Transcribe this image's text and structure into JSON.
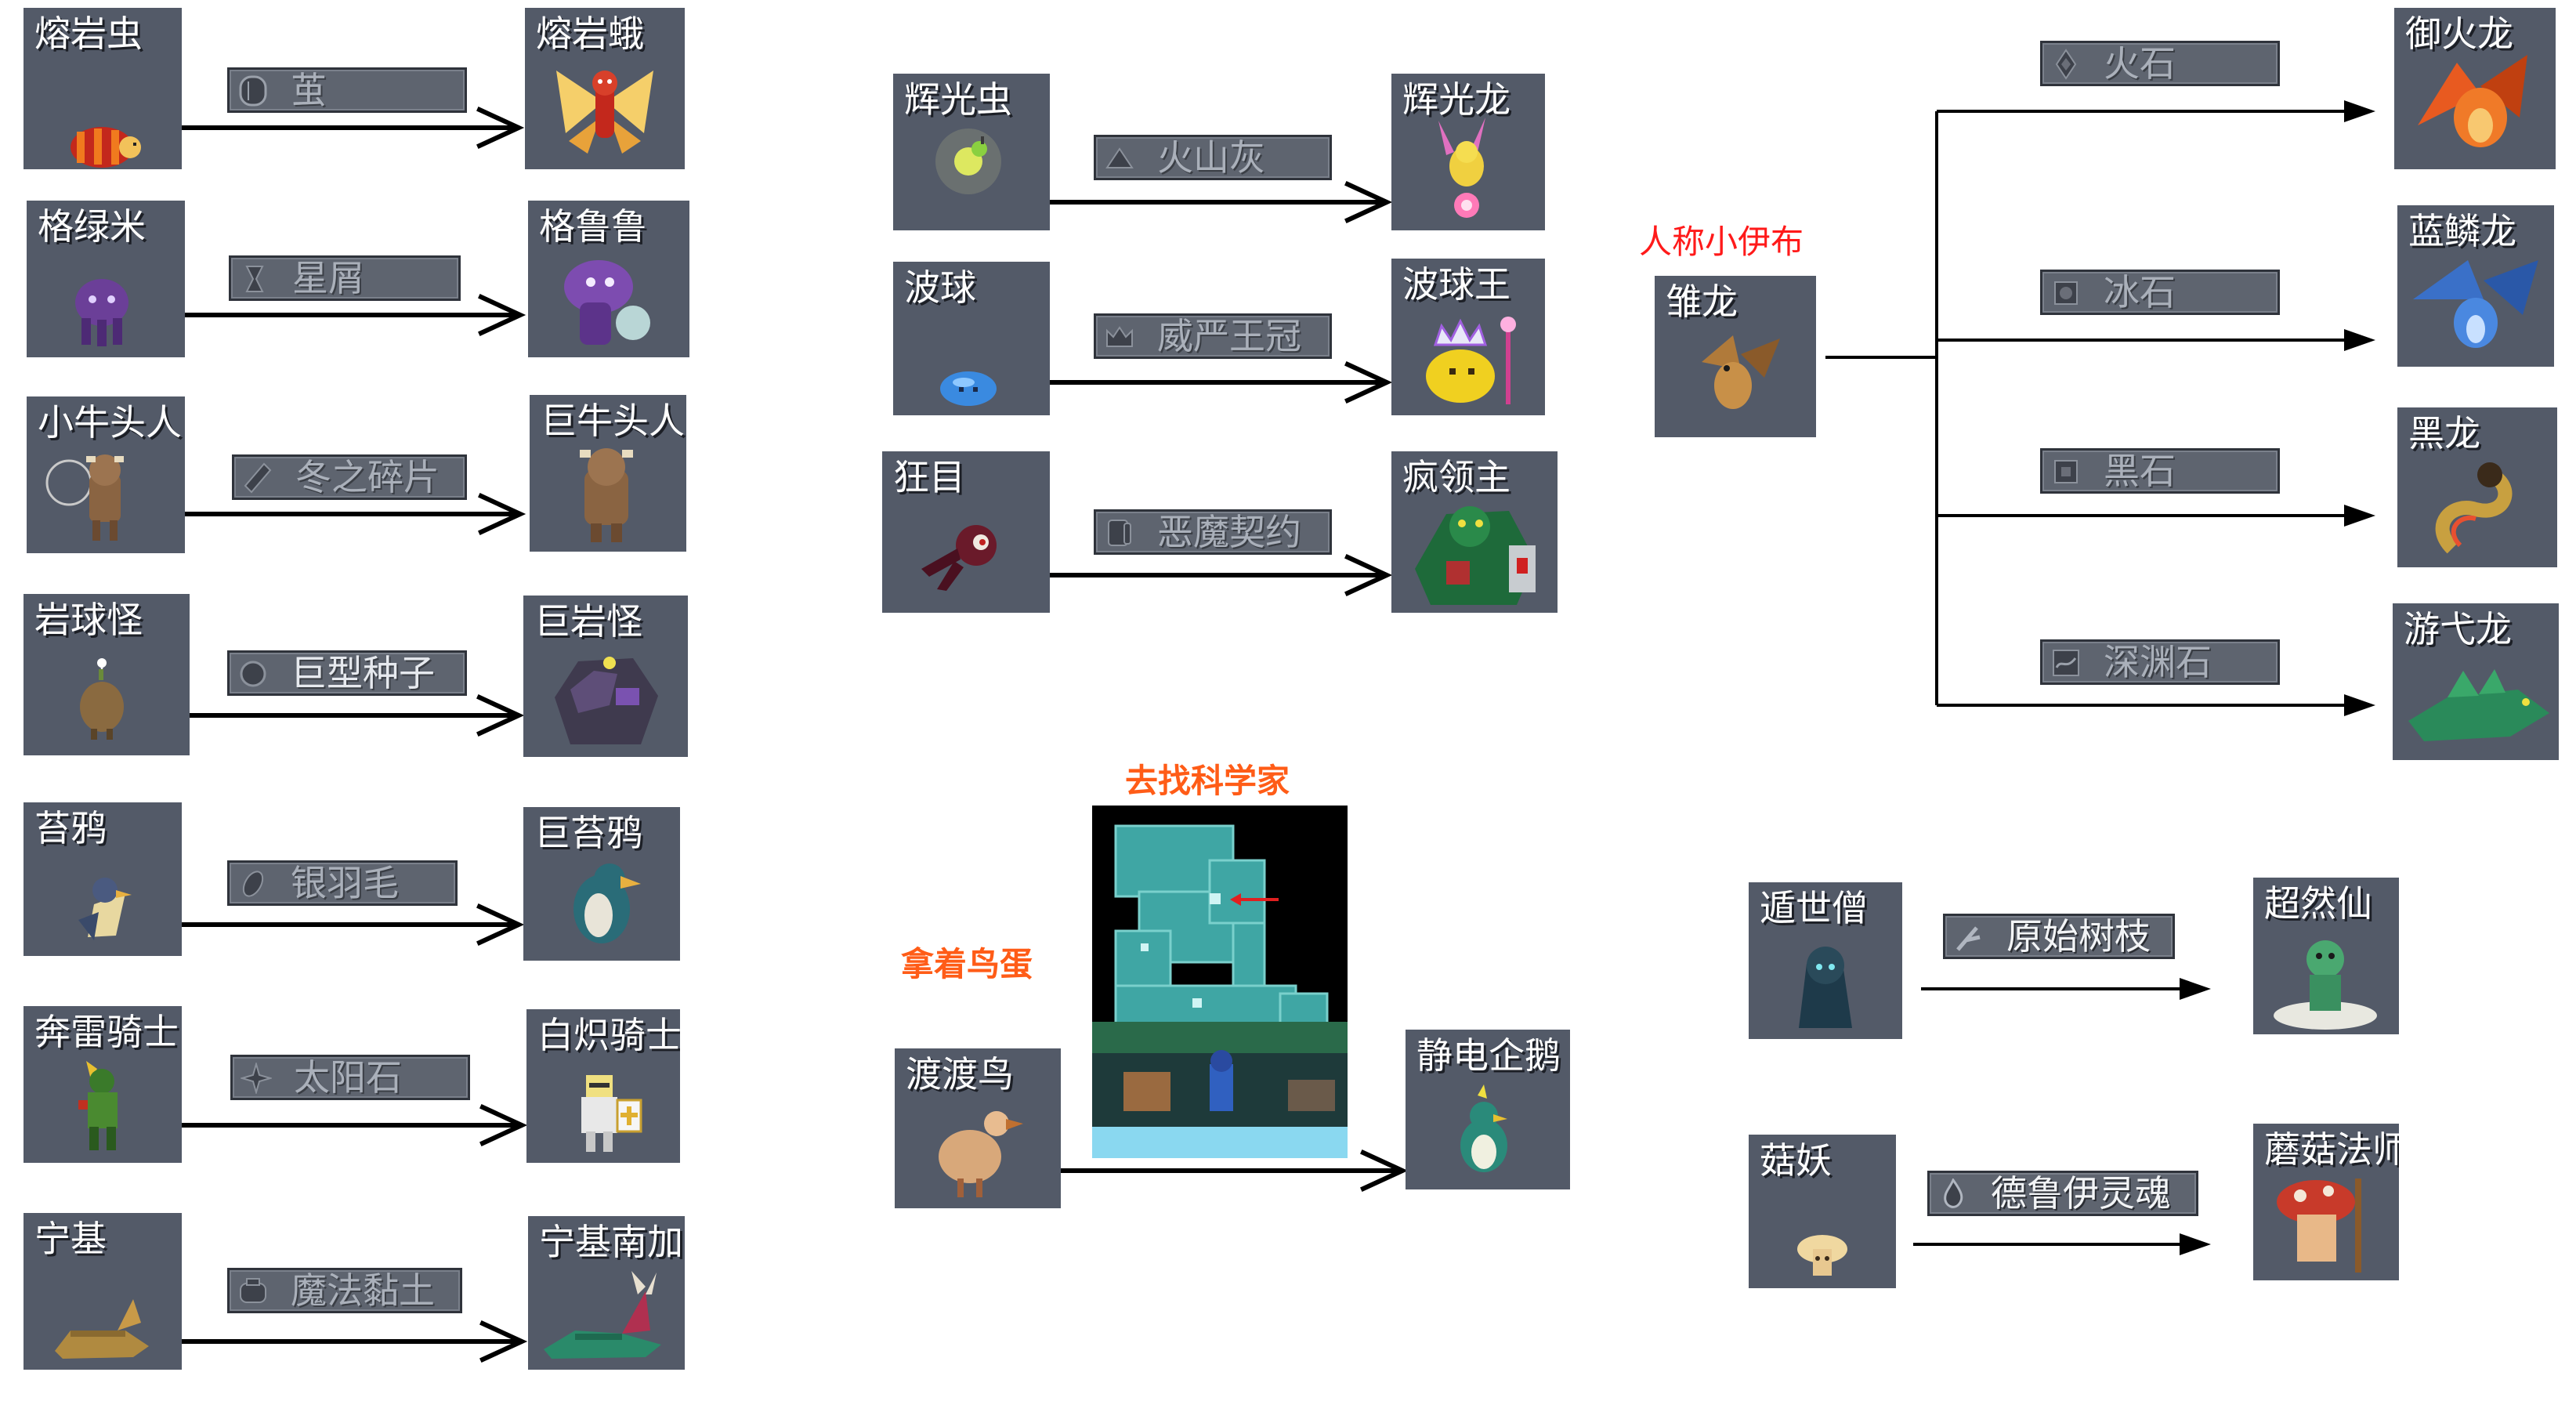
{
  "colors": {
    "card_bg": "#535a68",
    "item_bg": "#5e646f",
    "arrow": "#000000",
    "note_orange": "#ff5c17",
    "note_red": "#ff1a1a",
    "map_tile": "#3fa6a4"
  },
  "left_column": [
    {
      "from": "熔岩虫",
      "item": "茧",
      "item_icon": "cocoon-icon",
      "to": "熔岩蛾"
    },
    {
      "from": "格绿米",
      "item": "星屑",
      "item_icon": "stardust-icon",
      "to": "格鲁鲁"
    },
    {
      "from": "小牛头人",
      "item": "冬之碎片",
      "item_icon": "winter-shard-icon",
      "to": "巨牛头人"
    },
    {
      "from": "岩球怪",
      "item": "巨型种子",
      "item_icon": "giant-seed-icon",
      "to": "巨岩怪"
    },
    {
      "from": "苔鸦",
      "item": "银羽毛",
      "item_icon": "silver-feather-icon",
      "to": "巨苔鸦"
    },
    {
      "from": "奔雷骑士",
      "item": "太阳石",
      "item_icon": "sun-stone-icon",
      "to": "白炽骑士"
    },
    {
      "from": "宁基",
      "item": "魔法黏土",
      "item_icon": "magic-clay-icon",
      "to": "宁基南加"
    }
  ],
  "middle_column": [
    {
      "from": "辉光虫",
      "item": "火山灰",
      "item_icon": "volcanic-ash-icon",
      "to": "辉光龙"
    },
    {
      "from": "波球",
      "item": "威严王冠",
      "item_icon": "majestic-crown-icon",
      "to": "波球王"
    },
    {
      "from": "狂目",
      "item": "恶魔契约",
      "item_icon": "demon-contract-icon",
      "to": "疯领主"
    }
  ],
  "special": {
    "note_map": "去找科学家",
    "note_egg": "拿着鸟蛋",
    "from": "渡渡鸟",
    "to": "静电企鹅"
  },
  "eevee": {
    "note": "人称小伊布",
    "from": "雏龙",
    "branches": [
      {
        "item": "火石",
        "item_icon": "fire-stone-icon",
        "to": "御火龙"
      },
      {
        "item": "冰石",
        "item_icon": "ice-stone-icon",
        "to": "蓝鳞龙"
      },
      {
        "item": "黑石",
        "item_icon": "dark-stone-icon",
        "to": "黑龙"
      },
      {
        "item": "深渊石",
        "item_icon": "abyss-stone-icon",
        "to": "游弋龙"
      }
    ]
  },
  "right_bottom": [
    {
      "from": "遁世僧",
      "item": "原始树枝",
      "item_icon": "primal-branch-icon",
      "to": "超然仙"
    },
    {
      "from": "菇妖",
      "item": "德鲁伊灵魂",
      "item_icon": "druid-soul-icon",
      "to": "蘑菇法师"
    }
  ]
}
